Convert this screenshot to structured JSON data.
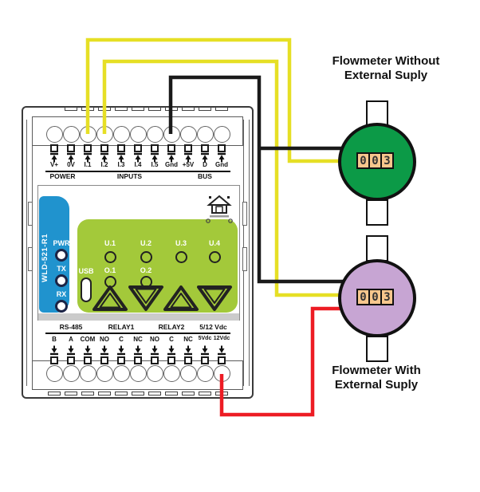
{
  "titles": {
    "flowmeter_without": {
      "line1": "Flowmeter Without",
      "line2": "External Suply"
    },
    "flowmeter_with": {
      "line1": "Flowmeter With",
      "line2": "External Suply"
    }
  },
  "module": {
    "model": "WLD-521-R1",
    "usb_label": "USB",
    "status_leds": [
      "PWR",
      "TX",
      "RX"
    ],
    "io_leds": [
      "U.1",
      "U.2",
      "U.3",
      "U.4"
    ],
    "output_leds": [
      "O.1",
      "O.2"
    ],
    "top_terminals": {
      "labels": [
        "V+",
        "0V",
        "I.1",
        "I.2",
        "I.3",
        "I.4",
        "I.5",
        "Gnd",
        "+5V",
        "D",
        "Gnd"
      ],
      "groups": [
        "POWER",
        "INPUTS",
        "BUS"
      ]
    },
    "bottom_terminals": {
      "labels": [
        "B",
        "A",
        "COM",
        "NO",
        "C",
        "NC",
        "NO",
        "C",
        "NC",
        "5Vdc",
        "12Vdc"
      ],
      "groups": [
        "RS-485",
        "RELAY1",
        "RELAY2",
        "5/12 Vdc"
      ]
    }
  },
  "flowmeters": {
    "top": {
      "counter": [
        "0",
        "0",
        "3"
      ]
    },
    "bottom": {
      "counter": [
        "0",
        "0",
        "3"
      ]
    }
  },
  "colors": {
    "wire_yellow": "#e6df25",
    "wire_black": "#1a1a1a",
    "wire_red": "#ed1c24",
    "module_blue": "#2093ce",
    "module_green": "#a3c93a",
    "flowmeter_green": "#0c9a47",
    "flowmeter_purple": "#c7a5d3",
    "counter_bg": "#f7c78d"
  }
}
